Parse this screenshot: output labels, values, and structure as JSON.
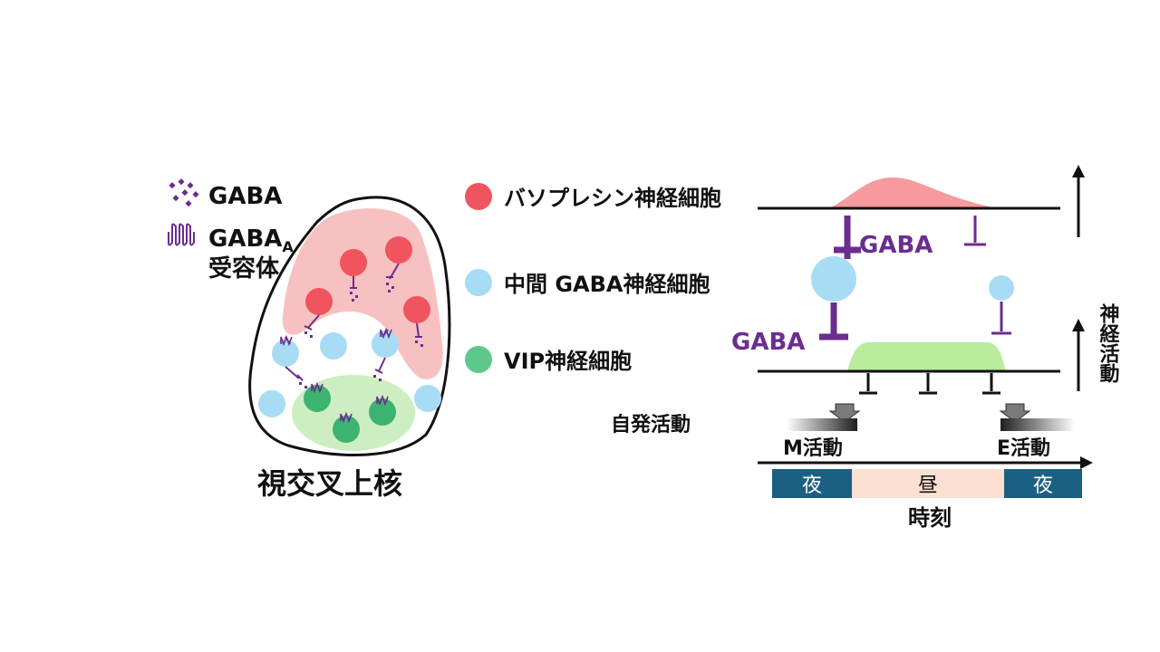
{
  "legend": {
    "gaba_label": "GABA",
    "receptor_label_main": "GABA",
    "receptor_label_sub": "A",
    "receptor_label_line2": "受容体"
  },
  "nucleus": {
    "title": "視交叉上核"
  },
  "cell_types": [
    {
      "label": "バソプレシン神経細胞",
      "color": "#f0545f"
    },
    {
      "label": "中間 GABA神経細胞",
      "color": "#a8dcf4"
    },
    {
      "label": "VIP神経細胞",
      "color": "#5cc98a"
    }
  ],
  "model": {
    "gaba_top": "GABA",
    "gaba_left": "GABA",
    "spontaneous": "自発活動",
    "m_activity": "M活動",
    "e_activity": "E活動",
    "axis_label": "神経活動",
    "time_label": "時刻",
    "night1": "夜",
    "day": "昼",
    "night2": "夜"
  },
  "colors": {
    "gaba_purple": "#6b2d8f",
    "vasopressin_red": "#f0545f",
    "vasopressin_region": "#f7b6b6",
    "gaba_blue": "#a8dcf4",
    "vip_green": "#5cc98a",
    "vip_region": "#cdeec0",
    "vip_activity": "#b9ec9c",
    "night_bar": "#1b5f82",
    "day_bar": "#fce0d2"
  }
}
